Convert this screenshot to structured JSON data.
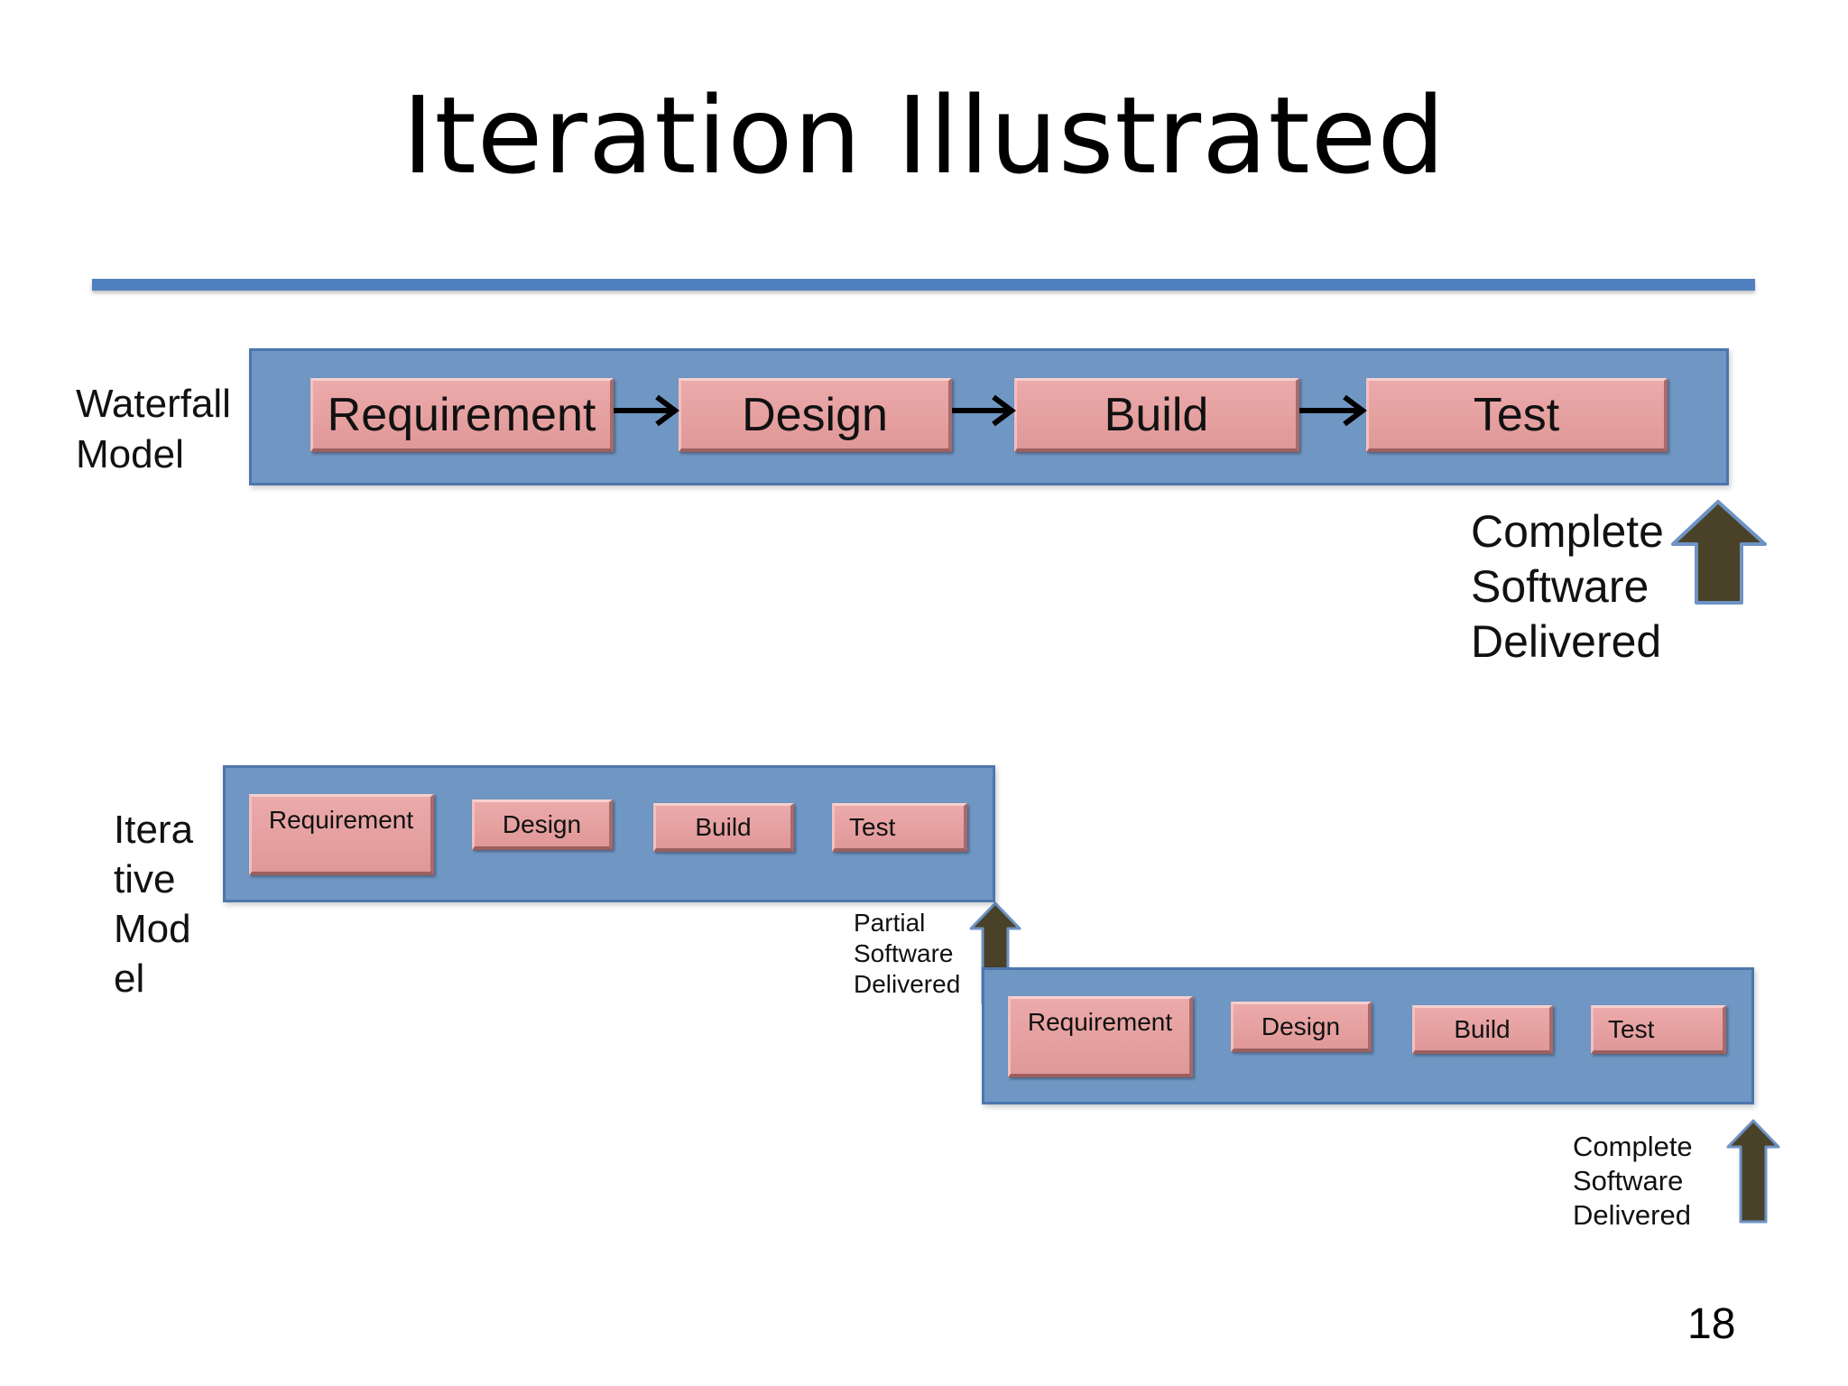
{
  "slide": {
    "title": "Iteration Illustrated",
    "page_number": "18"
  },
  "colors": {
    "title_rule": "#4f7fbf",
    "panel_fill": "#7097c4",
    "step_fill": "#e6a0a0",
    "delivery_arrow": "#4a4228"
  },
  "waterfall": {
    "label": [
      "Waterfall",
      "Model"
    ],
    "steps": [
      "Requirement",
      "Design",
      "Build",
      "Test"
    ],
    "delivery": [
      "Complete",
      "Software",
      "Delivered"
    ]
  },
  "iterative": {
    "label": [
      "Itera",
      "tive",
      "Mod",
      "el"
    ],
    "iteration1": {
      "steps": [
        "Requirement",
        "Design",
        "Build",
        "Test"
      ],
      "delivery": [
        "Partial",
        "Software",
        "Delivered"
      ]
    },
    "iteration2": {
      "steps": [
        "Requirement",
        "Design",
        "Build",
        "Test"
      ],
      "delivery": [
        "Complete",
        "Software",
        "Delivered"
      ]
    }
  },
  "icons": [
    "up-arrow-icon",
    "right-arrow-icon"
  ]
}
